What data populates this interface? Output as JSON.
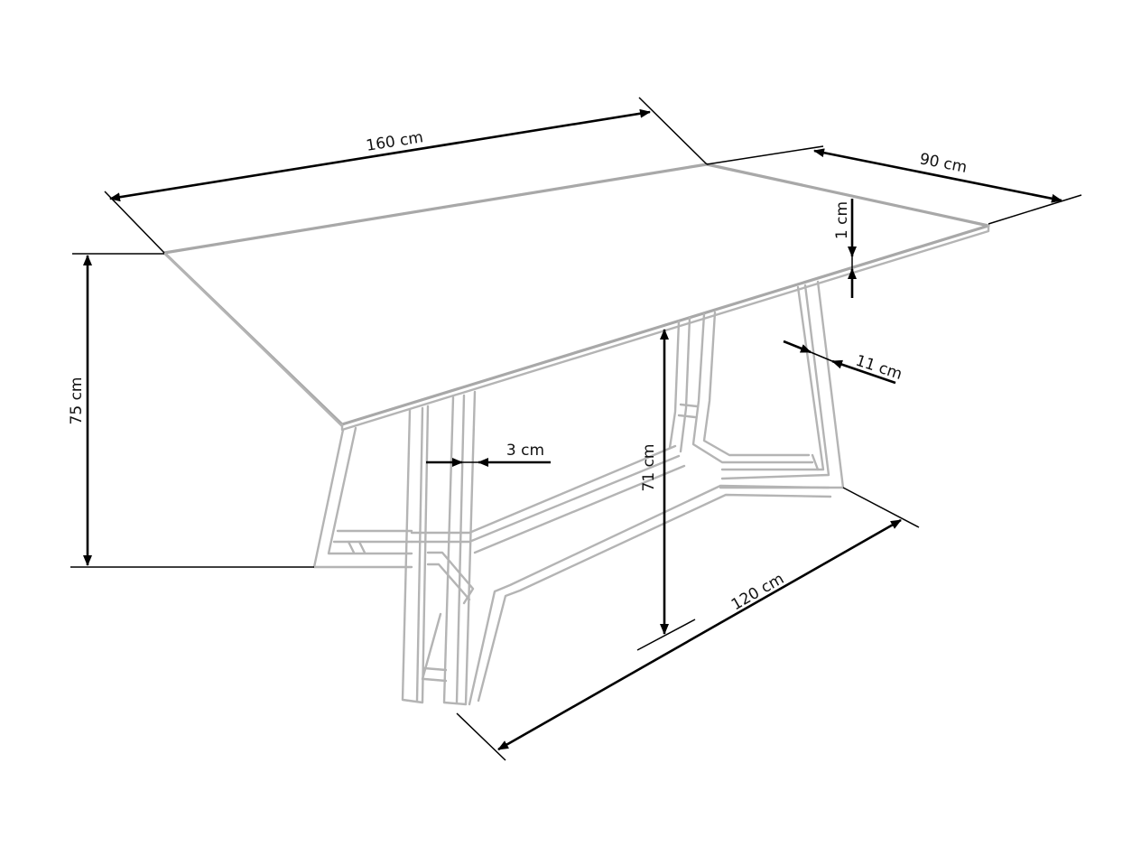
{
  "diagram": {
    "subject": "Dining table dimension drawing",
    "units": "cm",
    "colors": {
      "furniture_line": "#b4b4b4",
      "dimension_line": "#000000",
      "background": "#ffffff"
    },
    "dimensions": {
      "length": {
        "label": "160 cm",
        "value": 160
      },
      "width": {
        "label": "90 cm",
        "value": 90
      },
      "top_thickness": {
        "label": "1 cm",
        "value": 1
      },
      "leg_depth": {
        "label": "11 cm",
        "value": 11
      },
      "leg_thickness": {
        "label": "3 cm",
        "value": 3
      },
      "total_height": {
        "label": "75 cm",
        "value": 75
      },
      "clearance_height": {
        "label": "71 cm",
        "value": 71
      },
      "base_length": {
        "label": "120 cm",
        "value": 120
      }
    }
  }
}
